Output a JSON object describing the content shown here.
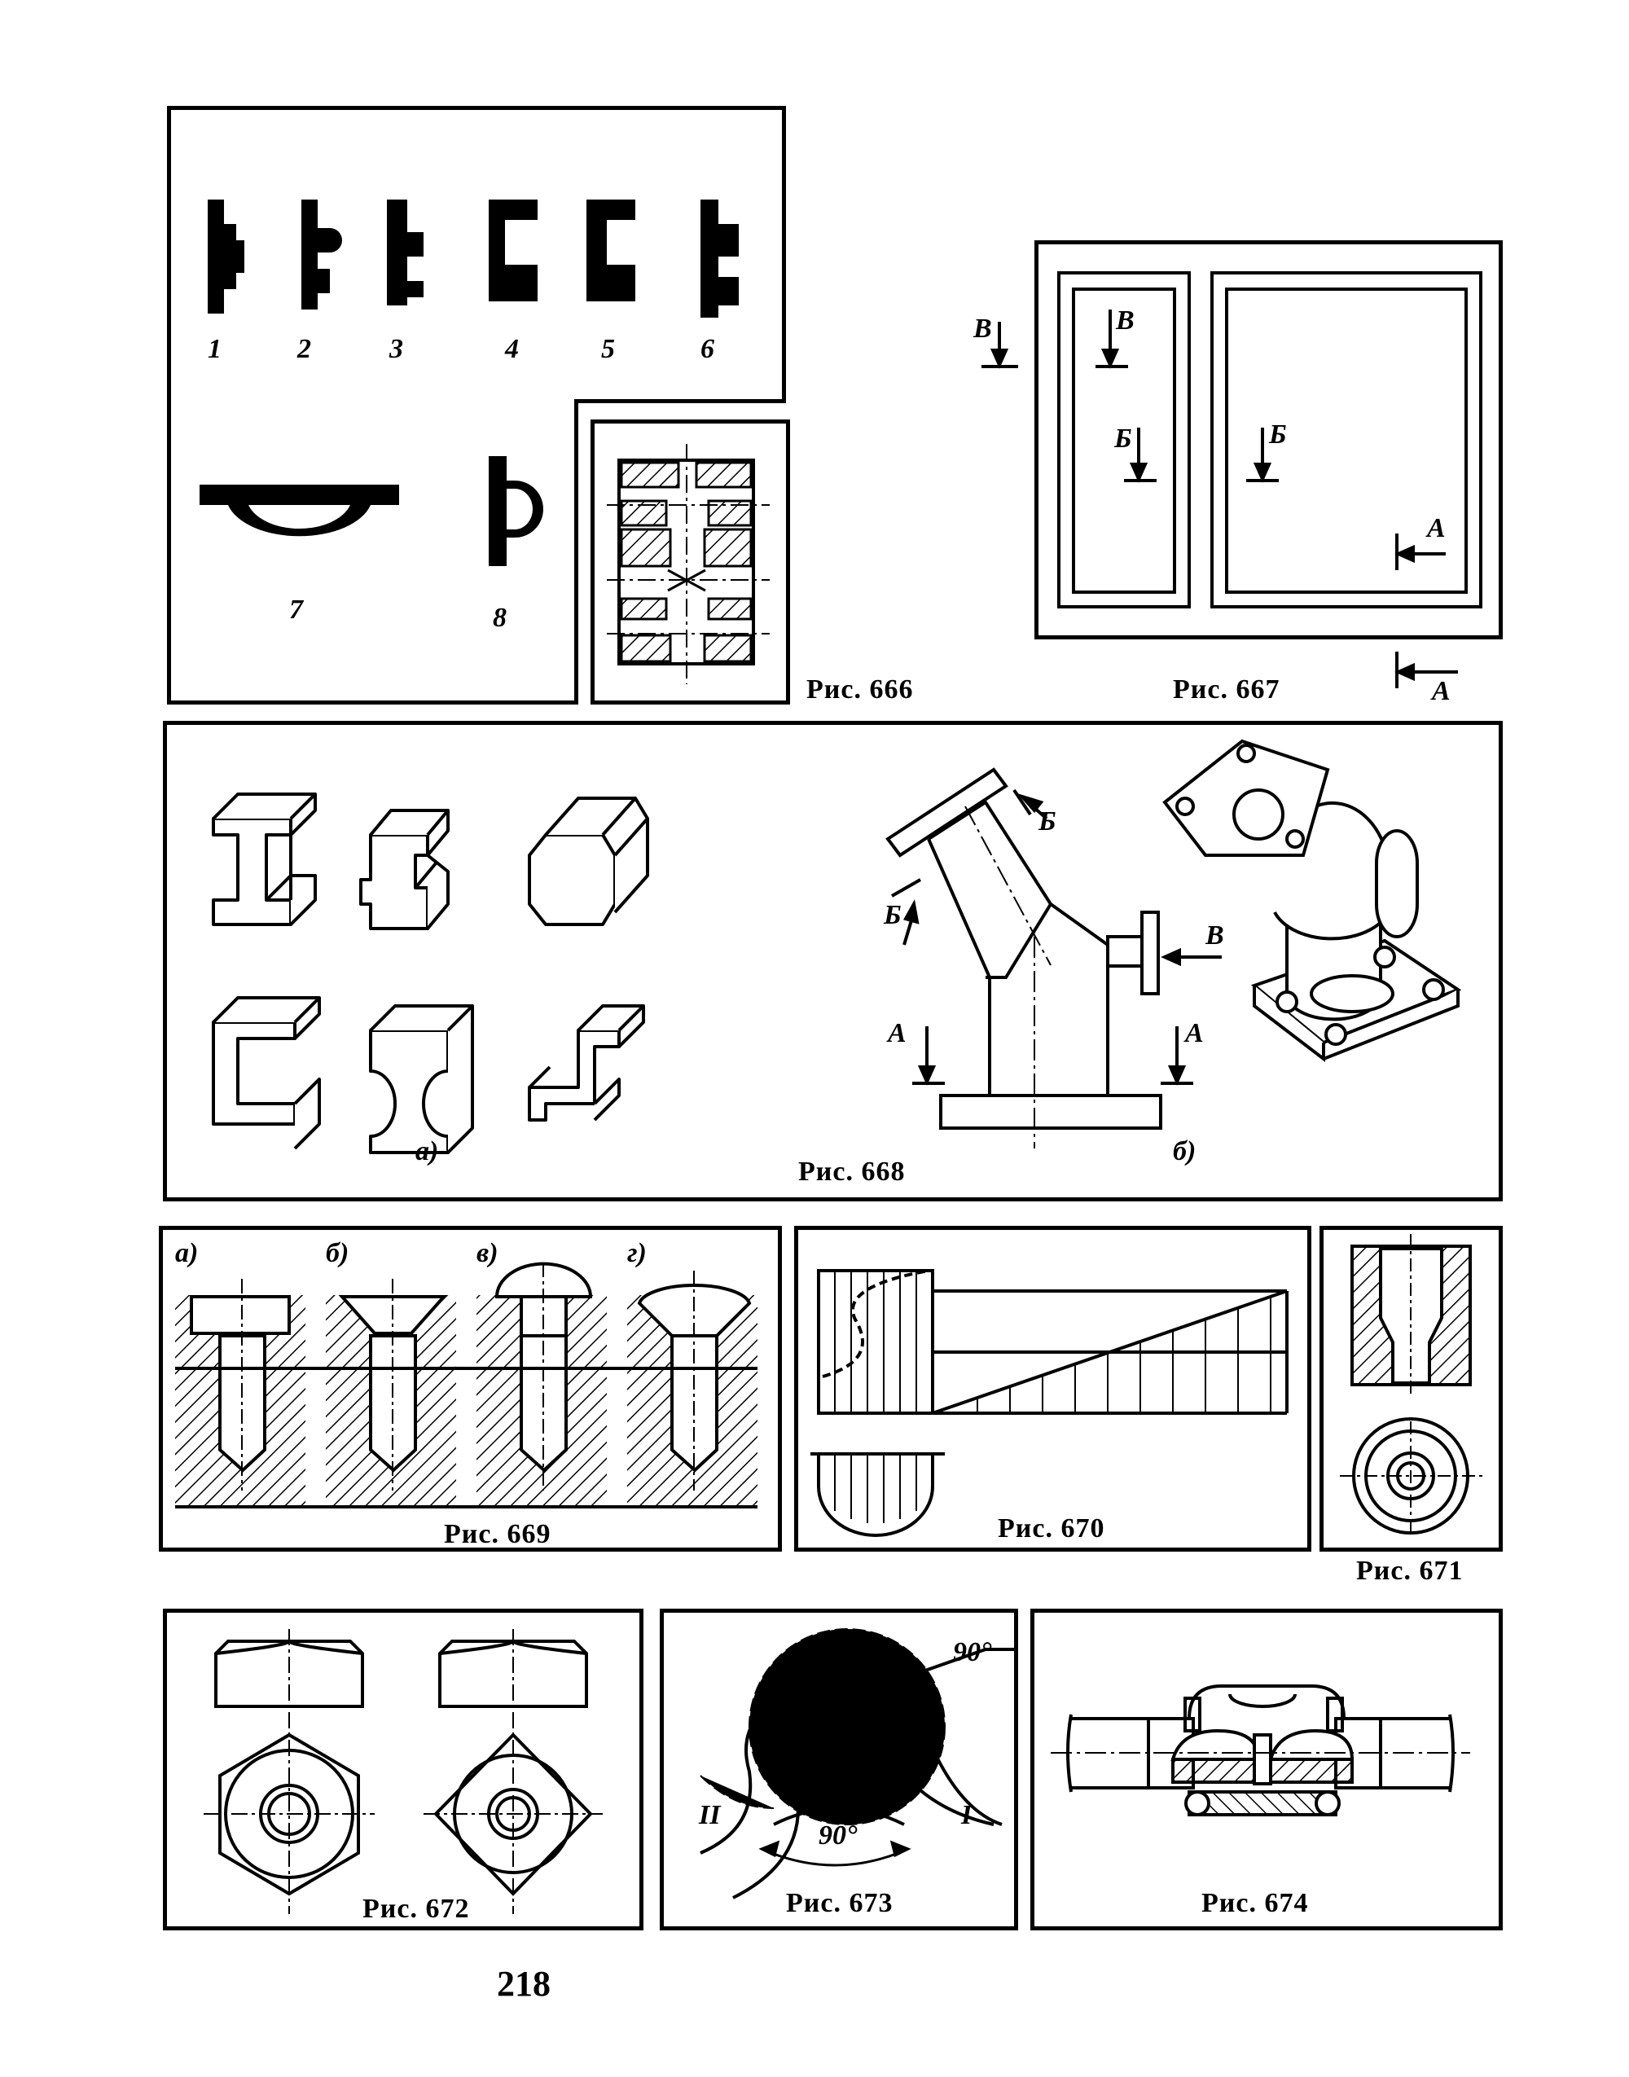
{
  "figures": {
    "f666": {
      "caption": "Рис. 666",
      "labels": [
        "1",
        "2",
        "3",
        "4",
        "5",
        "6",
        "7",
        "8"
      ]
    },
    "f667": {
      "caption": "Рис. 667",
      "labels": [
        "В",
        "В",
        "Б",
        "Б",
        "А",
        "А"
      ]
    },
    "f668": {
      "caption": "Рис. 668",
      "sub_a": "а)",
      "sub_b": "б)",
      "labels": [
        "Б",
        "Б",
        "В",
        "А",
        "А"
      ]
    },
    "f669": {
      "caption": "Рис. 669",
      "subs": [
        "а)",
        "б)",
        "в)",
        "г)"
      ]
    },
    "f670": {
      "caption": "Рис. 670"
    },
    "f671": {
      "caption": "Рис. 671"
    },
    "f672": {
      "caption": "Рис. 672"
    },
    "f673": {
      "caption": "Рис. 673",
      "angle_top": "90°",
      "angle_bottom": "90°",
      "roman_left": "II",
      "roman_right": "I"
    },
    "f674": {
      "caption": "Рис. 674"
    }
  },
  "page_number": "218"
}
